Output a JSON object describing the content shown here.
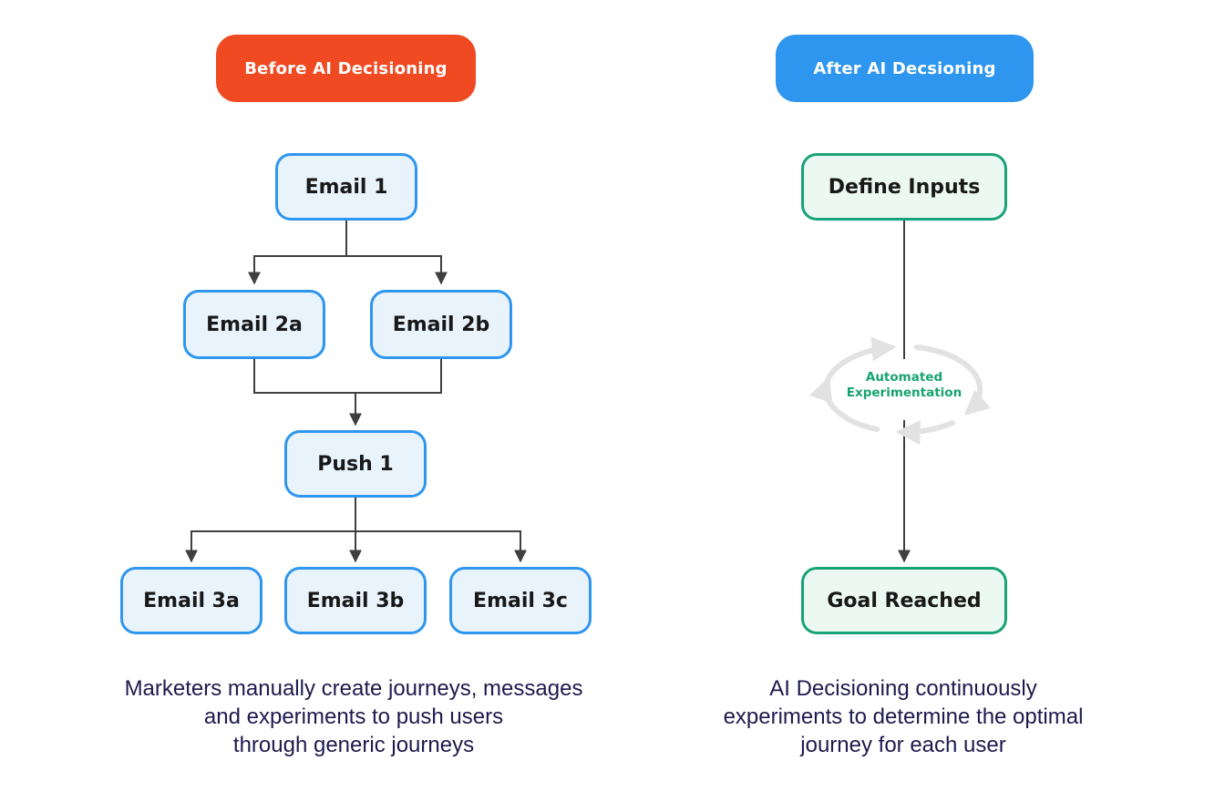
{
  "colors": {
    "page-bg": "#ffffff",
    "orange": "#F04A23",
    "blue": "#2E96EE",
    "blue-fill": "#E9F3FC",
    "green": "#17A377",
    "green-fill": "#ECF8F2",
    "green-text": "#17A36F",
    "line": "#3F3F3F",
    "loop": "#E2E2E2",
    "navy": "#1E1A4E",
    "node-text": "#181818"
  },
  "before": {
    "badge_label": "Before AI Decisioning",
    "nodes": {
      "email1": "Email 1",
      "email2a": "Email 2a",
      "email2b": "Email 2b",
      "push1": "Push 1",
      "email3a": "Email 3a",
      "email3b": "Email 3b",
      "email3c": "Email 3c"
    },
    "caption": [
      "Marketers manually create journeys, messages",
      "and experiments to push users",
      "through generic journeys"
    ]
  },
  "after": {
    "badge_label": "After AI Decsioning",
    "nodes": {
      "define_inputs": "Define Inputs",
      "goal_reached": "Goal Reached"
    },
    "loop_label": [
      "Automated",
      "Experimentation"
    ],
    "caption": [
      "AI Decisioning continuously",
      "experiments to determine the optimal",
      "journey for each user"
    ]
  }
}
